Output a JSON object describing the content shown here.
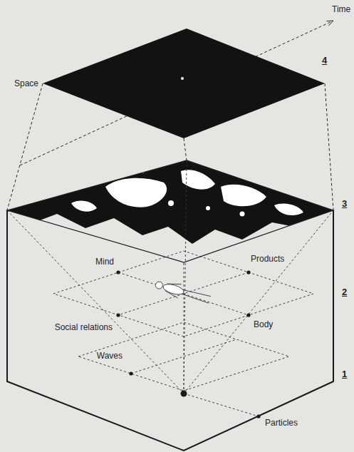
{
  "diagram": {
    "labels": [
      "Time",
      "Space",
      "4",
      "3",
      "2",
      "1",
      "Mind",
      "Products",
      "Social relations",
      "Body",
      "Waves",
      "Particles"
    ]
  }
}
